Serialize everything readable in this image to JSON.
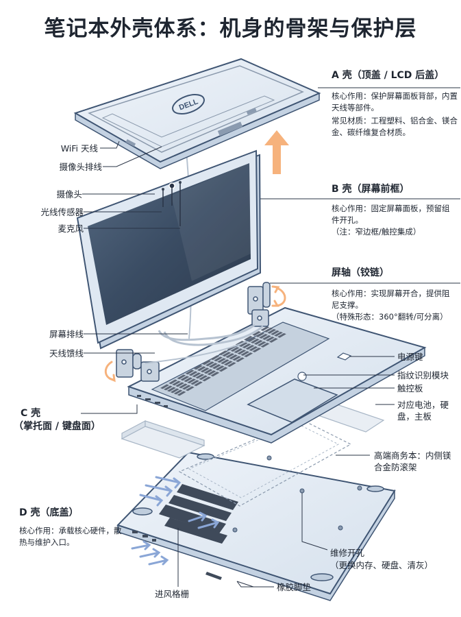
{
  "title": "笔记本外壳体系：机身的骨架与保护层",
  "brand_logo": "DELL",
  "sections": {
    "a_shell": {
      "heading": "A 壳（顶盖 / LCD 后盖）",
      "role": "核心作用：保护屏幕面板背部，内置天线等部件。",
      "material": "常见材质：工程塑料、铝合金、镁合金、碳纤维复合材质。"
    },
    "b_shell": {
      "heading": "B 壳（屏幕前框）",
      "role": "核心作用：固定屏幕面板，预留组件开孔。",
      "note": "（注：窄边框/触控集成）"
    },
    "hinge": {
      "heading": "屏轴（铰链）",
      "role": "核心作用：实现屏幕开合，提供阻尼支撑。",
      "note": "（特殊形态：360°翻转/可分离）"
    },
    "c_shell": {
      "heading_line1": "C 壳",
      "heading_line2": "（掌托面 / 键盘面）"
    },
    "d_shell": {
      "heading": "D 壳（底盖）",
      "role": "核心作用：承载核心硬件，散热与维护入口。"
    }
  },
  "labels": {
    "wifi_antenna": "WiFi 天线",
    "camera_cable": "摄像头排线",
    "camera": "摄像头",
    "light_sensor": "光线传感器",
    "microphone": "麦克风",
    "screen_cable": "屏幕排线",
    "antenna_feed": "天线馈线",
    "power_key": "电源键",
    "fingerprint": "指纹识别模块",
    "touchpad": "触控板",
    "battery_disk_board": "对应电池，硬盘，主板",
    "rollcage": "高端商务本：内侧镁合金防滚架",
    "service_hole": "维修开孔",
    "service_hole_note": "（更换内存、硬盘、清灰）",
    "intake_grille": "进风格栅",
    "rubber_feet": "橡胶脚垫"
  },
  "colors": {
    "outline": "#3f5573",
    "shell_fill": "#e2ebf4",
    "shell_light": "#eef3f9",
    "screen": "#3a4c63",
    "key": "#5d6675",
    "arrow": "#f6b27c",
    "airflow": "#8aa6d6"
  }
}
